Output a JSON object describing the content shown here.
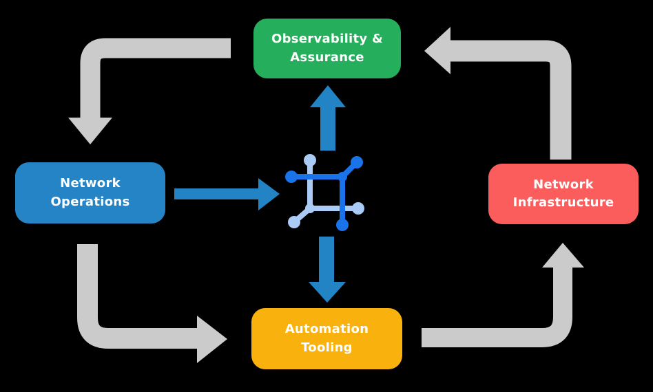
{
  "diagram": {
    "description": "Network platform cycle diagram",
    "boxes": {
      "observability": {
        "label": "Observability &\nAssurance"
      },
      "operations": {
        "label": "Network\nOperations"
      },
      "infrastructure": {
        "label": "Network\nInfrastructure"
      },
      "automation": {
        "label": "Automation\nTooling"
      }
    },
    "center_icon": "network-nodes-icon",
    "flows": [
      "Observability & Assurance -> Network Operations (gray curved arrow)",
      "Network Operations -> Automation Tooling (gray curved arrow)",
      "Automation Tooling -> Network Infrastructure (gray curved arrow)",
      "Network Infrastructure -> Observability & Assurance (gray curved arrow)",
      "Network Operations -> center platform icon (blue arrow)",
      "center platform icon -> Observability & Assurance (blue arrow up)",
      "center platform icon -> Automation Tooling (blue arrow down)"
    ]
  },
  "colors": {
    "background": "#000000",
    "gray_arrow": "#CBCBCB",
    "blue_arrow": "#2283C5",
    "box_green": "#25AE5C",
    "box_blue": "#2584C6",
    "box_red": "#FB5D5D",
    "box_yellow": "#F9B10E",
    "box_text": "#FFFFFF",
    "icon_dark_blue": "#1A73E8",
    "icon_light_blue": "#A9CBF6"
  }
}
